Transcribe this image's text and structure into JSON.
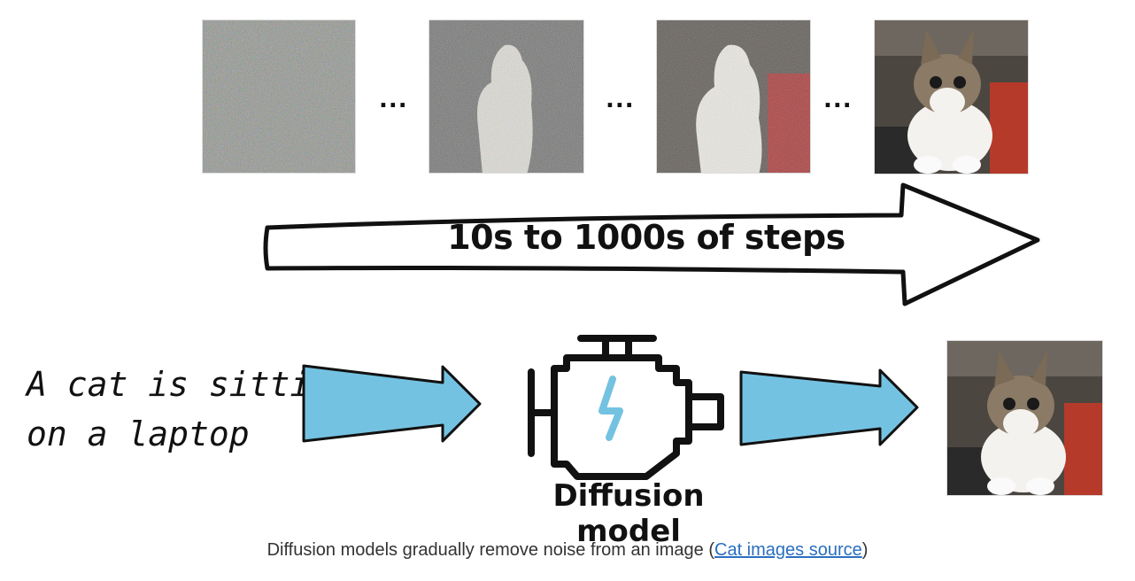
{
  "diagram": {
    "ellipsis": "...",
    "steps_label": "10s to 1000s of steps",
    "prompt_line1": "A cat is sitting",
    "prompt_line2": "on a laptop",
    "model_label": "Diffusion model"
  },
  "caption": {
    "text_before": "Diffusion models gradually remove noise from an image (",
    "link_text": "Cat images source",
    "text_after": ")"
  },
  "colors": {
    "blue_arrow": "#74c2e1",
    "bolt": "#74c2e1",
    "outline": "#111111",
    "link": "#2a6fbf"
  },
  "icons": [
    "engine-icon",
    "lightning-bolt-icon"
  ]
}
